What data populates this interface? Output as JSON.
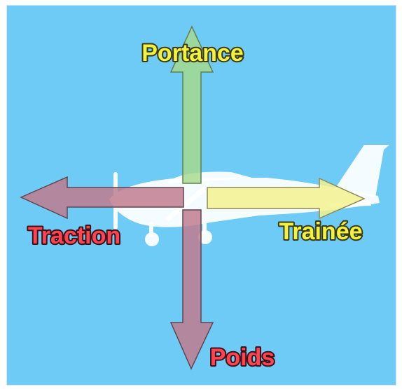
{
  "diagram": {
    "background_color": "#6ecbf5",
    "forces": [
      {
        "id": "lift",
        "label": "Portance",
        "direction": "up",
        "arrow_color": "#a6d98a",
        "label_fill": "#f4f23c",
        "label_stroke": "#3a3a1a"
      },
      {
        "id": "drag",
        "label": "Trainée",
        "direction": "right",
        "arrow_color": "#f3f28f",
        "label_fill": "#f4f23c",
        "label_stroke": "#3a3a1a"
      },
      {
        "id": "thrust",
        "label": "Traction",
        "direction": "left",
        "arrow_color": "#c07d8f",
        "label_fill": "#ff4350",
        "label_stroke": "#3a1418"
      },
      {
        "id": "weight",
        "label": "Poids",
        "direction": "down",
        "arrow_color": "#c07d8f",
        "label_fill": "#ff4350",
        "label_stroke": "#3a1418"
      }
    ],
    "airplane": {
      "icon": "airplane-silhouette-icon",
      "color": "#ffffff"
    }
  }
}
